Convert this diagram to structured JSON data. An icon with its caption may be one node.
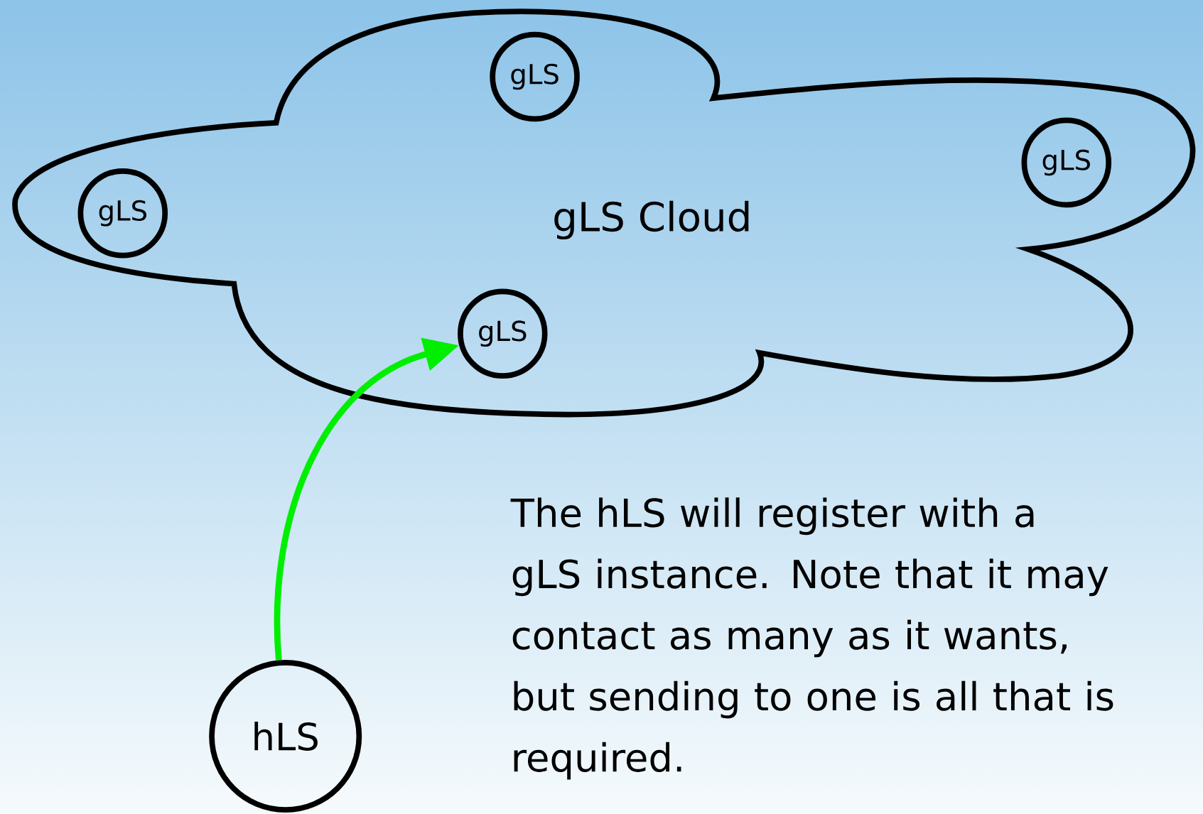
{
  "diagram": {
    "nodes": [
      {
        "text": [
          "gLS Cloud"
        ]
      },
      {
        "text": [
          "gLS"
        ],
        "in": 0
      },
      {
        "text": [
          "gLS"
        ],
        "in": 0
      },
      {
        "text": [
          "gLS"
        ],
        "in": 0
      },
      {
        "text": [
          "gLS"
        ],
        "in": 0
      },
      {
        "text": [
          "hLS"
        ]
      }
    ],
    "edges": [
      {
        "from": 5,
        "to": 4,
        "arrow": "to",
        "color": "#00ee00"
      }
    ],
    "labels": [
      "The hLS will register with a gLS instance. Note that it may contact as many as it wants, but sending to one is all that is required."
    ]
  }
}
